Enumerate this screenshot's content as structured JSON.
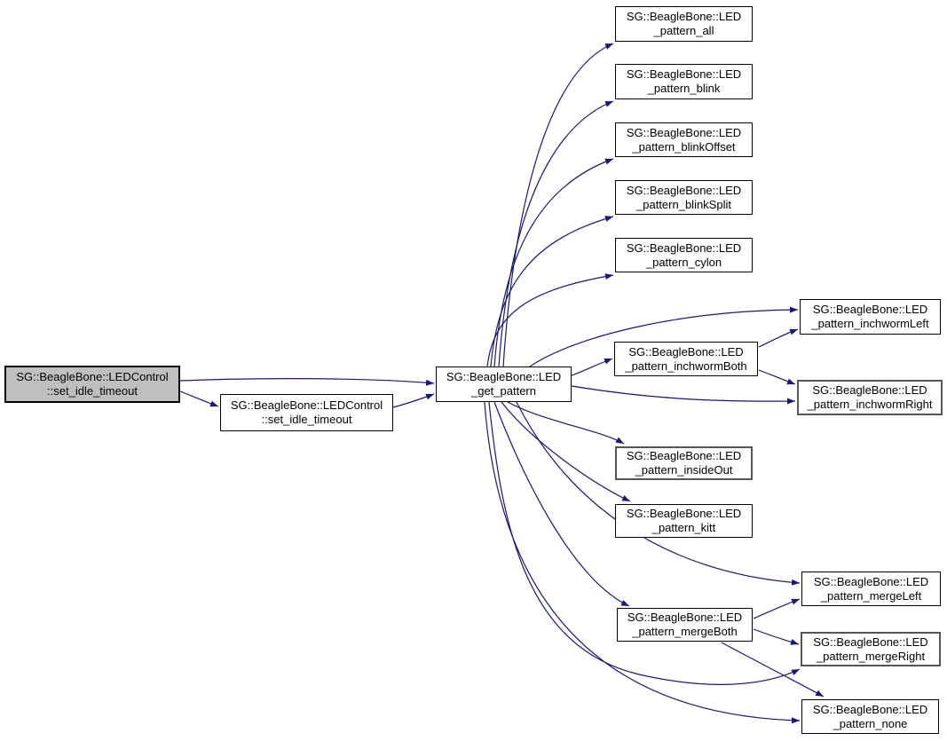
{
  "diagram": {
    "kind": "doxygen-call-graph",
    "background_color": "#ffffff",
    "edge_color": "#191970",
    "highlight_fill": "#bfbfbf",
    "node_border_color": "#000000",
    "thick_border_color": "#555555",
    "nodes": [
      {
        "id": "set_idle_timeout_current",
        "line1": "SG::BeagleBone::LEDControl",
        "line2": "::set_idle_timeout",
        "style": "highlight"
      },
      {
        "id": "set_idle_timeout",
        "line1": "SG::BeagleBone::LEDControl",
        "line2": "::set_idle_timeout",
        "style": "normal"
      },
      {
        "id": "get_pattern",
        "line1": "SG::BeagleBone::LED",
        "line2": "_get_pattern",
        "style": "normal"
      },
      {
        "id": "pattern_all",
        "line1": "SG::BeagleBone::LED",
        "line2": "_pattern_all",
        "style": "normal"
      },
      {
        "id": "pattern_blink",
        "line1": "SG::BeagleBone::LED",
        "line2": "_pattern_blink",
        "style": "normal"
      },
      {
        "id": "pattern_blinkOffset",
        "line1": "SG::BeagleBone::LED",
        "line2": "_pattern_blinkOffset",
        "style": "normal"
      },
      {
        "id": "pattern_blinkSplit",
        "line1": "SG::BeagleBone::LED",
        "line2": "_pattern_blinkSplit",
        "style": "normal"
      },
      {
        "id": "pattern_cylon",
        "line1": "SG::BeagleBone::LED",
        "line2": "_pattern_cylon",
        "style": "normal"
      },
      {
        "id": "pattern_inchwormLeft",
        "line1": "SG::BeagleBone::LED",
        "line2": "_pattern_inchwormLeft",
        "style": "normal"
      },
      {
        "id": "pattern_inchwormBoth",
        "line1": "SG::BeagleBone::LED",
        "line2": "_pattern_inchwormBoth",
        "style": "normal"
      },
      {
        "id": "pattern_inchwormRight",
        "line1": "SG::BeagleBone::LED",
        "line2": "_pattern_inchwormRight",
        "style": "thick"
      },
      {
        "id": "pattern_insideOut",
        "line1": "SG::BeagleBone::LED",
        "line2": "_pattern_insideOut",
        "style": "thick"
      },
      {
        "id": "pattern_kitt",
        "line1": "SG::BeagleBone::LED",
        "line2": "_pattern_kitt",
        "style": "normal"
      },
      {
        "id": "pattern_mergeLeft",
        "line1": "SG::BeagleBone::LED",
        "line2": "_pattern_mergeLeft",
        "style": "normal"
      },
      {
        "id": "pattern_mergeBoth",
        "line1": "SG::BeagleBone::LED",
        "line2": "_pattern_mergeBoth",
        "style": "normal"
      },
      {
        "id": "pattern_mergeRight",
        "line1": "SG::BeagleBone::LED",
        "line2": "_pattern_mergeRight",
        "style": "thick"
      },
      {
        "id": "pattern_none",
        "line1": "SG::BeagleBone::LED",
        "line2": "_pattern_none",
        "style": "normal"
      }
    ],
    "edges": [
      {
        "from": "set_idle_timeout_current",
        "to": "get_pattern"
      },
      {
        "from": "set_idle_timeout_current",
        "to": "set_idle_timeout"
      },
      {
        "from": "set_idle_timeout",
        "to": "get_pattern"
      },
      {
        "from": "get_pattern",
        "to": "pattern_all"
      },
      {
        "from": "get_pattern",
        "to": "pattern_blink"
      },
      {
        "from": "get_pattern",
        "to": "pattern_blinkOffset"
      },
      {
        "from": "get_pattern",
        "to": "pattern_blinkSplit"
      },
      {
        "from": "get_pattern",
        "to": "pattern_cylon"
      },
      {
        "from": "get_pattern",
        "to": "pattern_inchwormLeft"
      },
      {
        "from": "get_pattern",
        "to": "pattern_inchwormBoth"
      },
      {
        "from": "get_pattern",
        "to": "pattern_inchwormRight"
      },
      {
        "from": "get_pattern",
        "to": "pattern_insideOut"
      },
      {
        "from": "get_pattern",
        "to": "pattern_kitt"
      },
      {
        "from": "get_pattern",
        "to": "pattern_mergeLeft"
      },
      {
        "from": "get_pattern",
        "to": "pattern_mergeBoth"
      },
      {
        "from": "get_pattern",
        "to": "pattern_mergeRight"
      },
      {
        "from": "get_pattern",
        "to": "pattern_none"
      },
      {
        "from": "pattern_inchwormBoth",
        "to": "pattern_inchwormLeft"
      },
      {
        "from": "pattern_inchwormBoth",
        "to": "pattern_inchwormRight"
      },
      {
        "from": "pattern_mergeBoth",
        "to": "pattern_mergeLeft"
      },
      {
        "from": "pattern_mergeBoth",
        "to": "pattern_mergeRight"
      },
      {
        "from": "pattern_mergeBoth",
        "to": "pattern_none"
      }
    ]
  }
}
